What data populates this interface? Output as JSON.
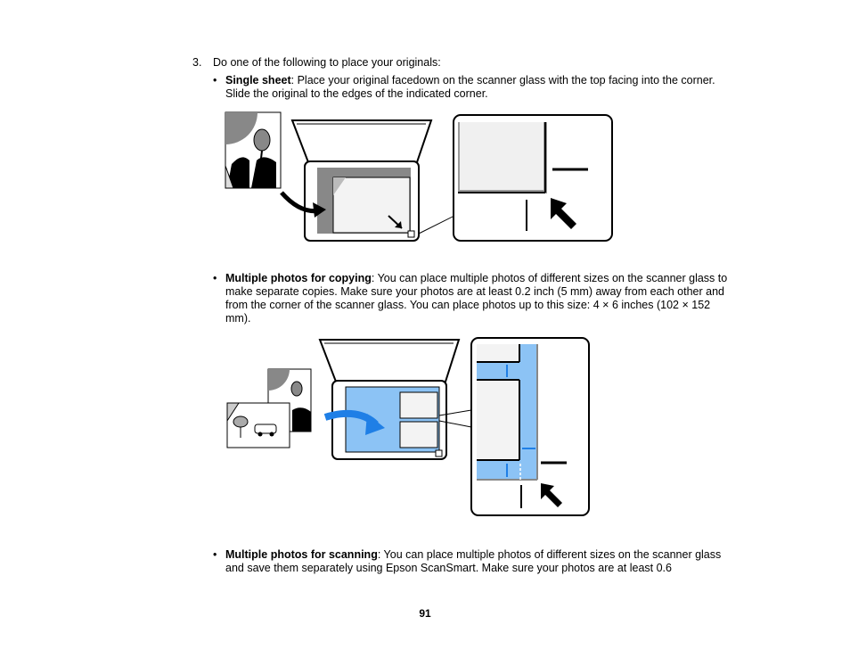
{
  "step": {
    "number": "3.",
    "text": "Do one of the following to place your originals:"
  },
  "bullets": [
    {
      "marker": "•",
      "bold": "Single sheet",
      "text": ": Place your original facedown on the scanner glass with the top facing into the corner. Slide the original to the edges of the indicated corner."
    },
    {
      "marker": "•",
      "bold": "Multiple photos for copying",
      "text": ": You can place multiple photos of different sizes on the scanner glass to make separate copies. Make sure your photos are at least 0.2 inch (5 mm) away from each other and from the corner of the scanner glass. You can place photos up to this size: 4 × 6 inches (102 × 152 mm)."
    },
    {
      "marker": "•",
      "bold": "Multiple photos for scanning",
      "text": ": You can place multiple photos of different sizes on the scanner glass and save them separately using Epson ScanSmart. Make sure your photos are at least 0.6"
    }
  ],
  "page_number": "91",
  "colors": {
    "glass_blue": "#8cc3f5",
    "arrow_blue": "#1f7fe6",
    "gray_doc": "#999999",
    "light_gray": "#eeeeee"
  }
}
